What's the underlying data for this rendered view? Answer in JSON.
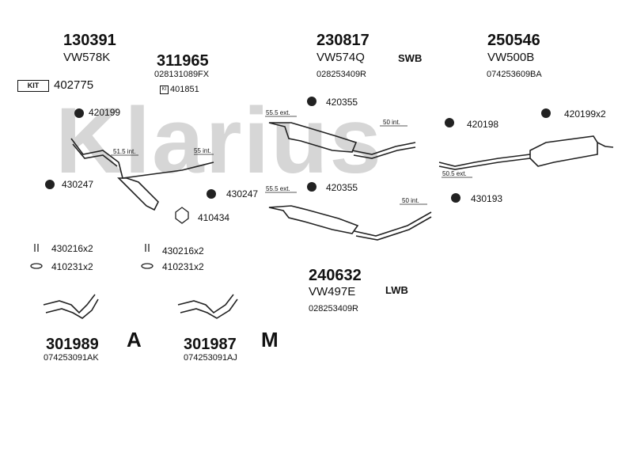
{
  "watermark": "Klarius",
  "parts": {
    "p130391": {
      "number": "130391",
      "ref": "VW578K"
    },
    "p311965": {
      "number": "311965",
      "ref": "028131089FX"
    },
    "p230817": {
      "number": "230817",
      "ref": "VW574Q",
      "oem": "028253409R"
    },
    "p250546": {
      "number": "250546",
      "ref": "VW500B",
      "oem": "074253609BA"
    },
    "p240632": {
      "number": "240632",
      "ref": "VW497E",
      "oem": "028253409R"
    },
    "p301989": {
      "number": "301989",
      "oem": "074253091AK"
    },
    "p301987": {
      "number": "301987",
      "oem": "074253091AJ"
    }
  },
  "kit": {
    "badge": "KIT",
    "number": "402775"
  },
  "kit2": {
    "badge": "KI",
    "number": "401851"
  },
  "variants": {
    "swb": "SWB",
    "lwb": "LWB"
  },
  "fittings": {
    "f420199": "420199",
    "f430247a": "430247",
    "f430247b": "430247",
    "f410434": "410434",
    "f420355a": "420355",
    "f420355b": "420355",
    "f420198": "420198",
    "f420199x2": "420199x2",
    "f430193": "430193",
    "f430216a": "430216x2",
    "f410231a": "410231x2",
    "f430216b": "430216x2",
    "f410231b": "410231x2"
  },
  "dims": {
    "d515int": "51.5 int.",
    "d55int": "55 int.",
    "d555ext_a": "55.5 ext.",
    "d50int_a": "50 int.",
    "d505ext": "50.5 ext.",
    "d555ext_b": "55.5 ext.",
    "d50int_b": "50 int."
  },
  "transmission": {
    "auto": "A",
    "manual": "M"
  }
}
